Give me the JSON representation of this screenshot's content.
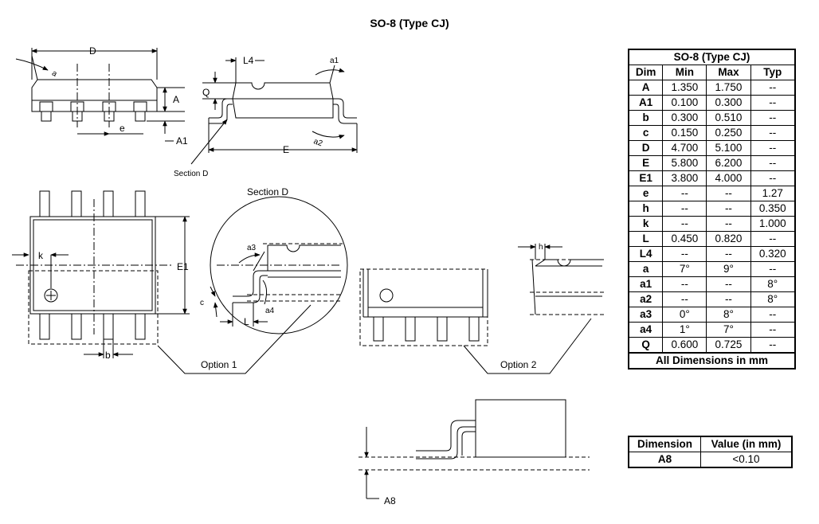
{
  "title": "SO-8 (Type CJ)",
  "table": {
    "title": "SO-8 (Type CJ)",
    "headers": [
      "Dim",
      "Min",
      "Max",
      "Typ"
    ],
    "rows": [
      [
        "A",
        "1.350",
        "1.750",
        "--"
      ],
      [
        "A1",
        "0.100",
        "0.300",
        "--"
      ],
      [
        "b",
        "0.300",
        "0.510",
        "--"
      ],
      [
        "c",
        "0.150",
        "0.250",
        "--"
      ],
      [
        "D",
        "4.700",
        "5.100",
        "--"
      ],
      [
        "E",
        "5.800",
        "6.200",
        "--"
      ],
      [
        "E1",
        "3.800",
        "4.000",
        "--"
      ],
      [
        "e",
        "--",
        "--",
        "1.27"
      ],
      [
        "h",
        "--",
        "--",
        "0.350"
      ],
      [
        "k",
        "--",
        "--",
        "1.000"
      ],
      [
        "L",
        "0.450",
        "0.820",
        "--"
      ],
      [
        "L4",
        "--",
        "--",
        "0.320"
      ],
      [
        "a",
        "7°",
        "9°",
        "--"
      ],
      [
        "a1",
        "--",
        "--",
        "8°"
      ],
      [
        "a2",
        "--",
        "--",
        "8°"
      ],
      [
        "a3",
        "0°",
        "8°",
        "--"
      ],
      [
        "a4",
        "1°",
        "7°",
        "--"
      ],
      [
        "Q",
        "0.600",
        "0.725",
        "--"
      ]
    ],
    "footer": "All Dimensions in mm"
  },
  "table2": {
    "headers": [
      "Dimension",
      "Value (in mm)"
    ],
    "rows": [
      [
        "A8",
        "<0.10"
      ]
    ]
  },
  "labels": {
    "D": "D",
    "a": "a",
    "A": "A",
    "A1": "A1",
    "e": "e",
    "L4": "L4",
    "Q": "Q",
    "a1": "a1",
    "E": "E",
    "a2": "a2",
    "section_d_pointer": "Section D",
    "section_d_title": "Section D",
    "E1": "E1",
    "k": "k",
    "b": "b",
    "a3": "a3",
    "c": "c",
    "a4": "a4",
    "L": "L",
    "h": "h",
    "option1": "Option 1",
    "option2": "Option 2",
    "A8": "A8"
  }
}
